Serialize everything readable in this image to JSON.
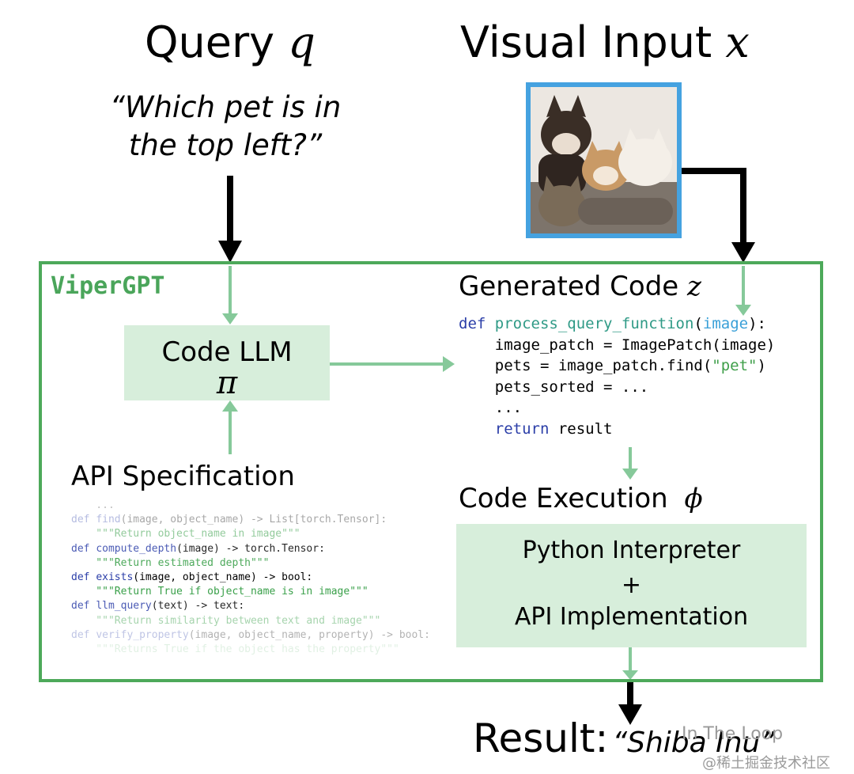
{
  "query": {
    "title": "Query",
    "symbol": "q",
    "text_line1": "“Which pet is in",
    "text_line2": "the top left?”"
  },
  "visual": {
    "title": "Visual Input",
    "symbol": "x"
  },
  "framework": {
    "name": "ViperGPT"
  },
  "code_llm": {
    "label": "Code LLM",
    "symbol": "π"
  },
  "generated": {
    "title": "Generated Code",
    "symbol": "z",
    "lines": [
      {
        "kw": "def",
        "fn": "process_query_function",
        "open": "(",
        "arg": "image",
        "close": "):"
      },
      {
        "text": "    image_patch = ImagePatch(image)"
      },
      {
        "pre": "    pets = image_patch.find(",
        "str": "\"pet\"",
        "post": ")"
      },
      {
        "text": "    pets_sorted = ..."
      },
      {
        "text": "    ..."
      },
      {
        "kw": "return",
        "rest": " result"
      }
    ]
  },
  "execution": {
    "title": "Code Execution",
    "symbol": "ϕ",
    "line1": "Python Interpreter",
    "line2": "+",
    "line3": "API Implementation"
  },
  "api": {
    "title": "API Specification",
    "lines": [
      {
        "plain": "    ...",
        "opacity": 0.25
      },
      {
        "kw": "def ",
        "fn": "find",
        "rest": "(image, object_name) -> List[torch.Tensor]:",
        "opacity": 0.35
      },
      {
        "doc": "    \"\"\"Return object_name in image\"\"\"",
        "opacity": 0.55
      },
      {
        "kw": "def ",
        "fn": "compute_depth",
        "rest": "(image) -> torch.Tensor:",
        "opacity": 0.85
      },
      {
        "doc": "    \"\"\"Return estimated depth\"\"\"",
        "opacity": 0.9
      },
      {
        "kw": "def ",
        "fn": "exists",
        "rest": "(image, object_name) -> bool:",
        "opacity": 1.0
      },
      {
        "doc": "    \"\"\"Return True if object_name is in image\"\"\"",
        "opacity": 1.0
      },
      {
        "kw": "def ",
        "fn": "llm_query",
        "rest": "(text) -> text:",
        "opacity": 0.85
      },
      {
        "doc": "    \"\"\"Return similarity between text and image\"\"\"",
        "opacity": 0.45
      },
      {
        "kw": "def ",
        "fn": "verify_property",
        "rest": "(image, object_name, property) -> bool:",
        "opacity": 0.3
      },
      {
        "doc": "    \"\"\"Returns True if the object has the property\"\"\"",
        "opacity": 0.15
      }
    ]
  },
  "result": {
    "label": "Result:",
    "value": "“Shiba Inu”"
  },
  "watermark": {
    "text1": "In The Loop",
    "text2": "@稀土掘金技术社区"
  },
  "colors": {
    "frame": "#4da95a",
    "box": "#d7eedb",
    "arrow_light": "#86c99a",
    "photo_border": "#45a2e0"
  }
}
